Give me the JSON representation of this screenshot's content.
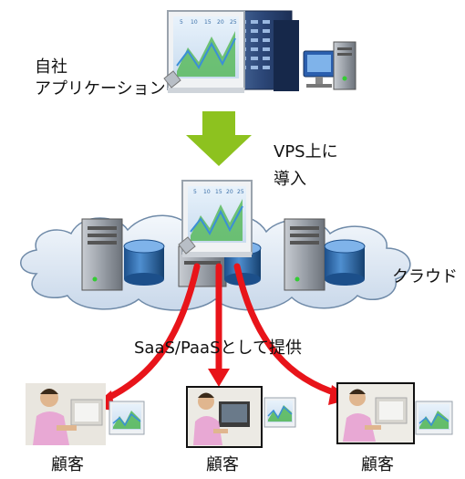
{
  "labels": {
    "own_app": "自社\nアプリケーション",
    "vps_install": "VPS上に\n導入",
    "cloud": "クラウド",
    "offer": "SaaS/PaaSとして提供",
    "customer_1": "顧客",
    "customer_2": "顧客",
    "customer_3": "顧客"
  },
  "chart_axis_ticks": [
    "5",
    "10",
    "15",
    "20",
    "25"
  ],
  "colors": {
    "download_arrow": "#8dc21f",
    "delivery_arrows": "#e8141a",
    "cloud_fill": "#dde7f3",
    "cloud_stroke": "#6f8aa8",
    "chart_blue": "#3b8fd6",
    "chart_green": "#49b44a"
  }
}
